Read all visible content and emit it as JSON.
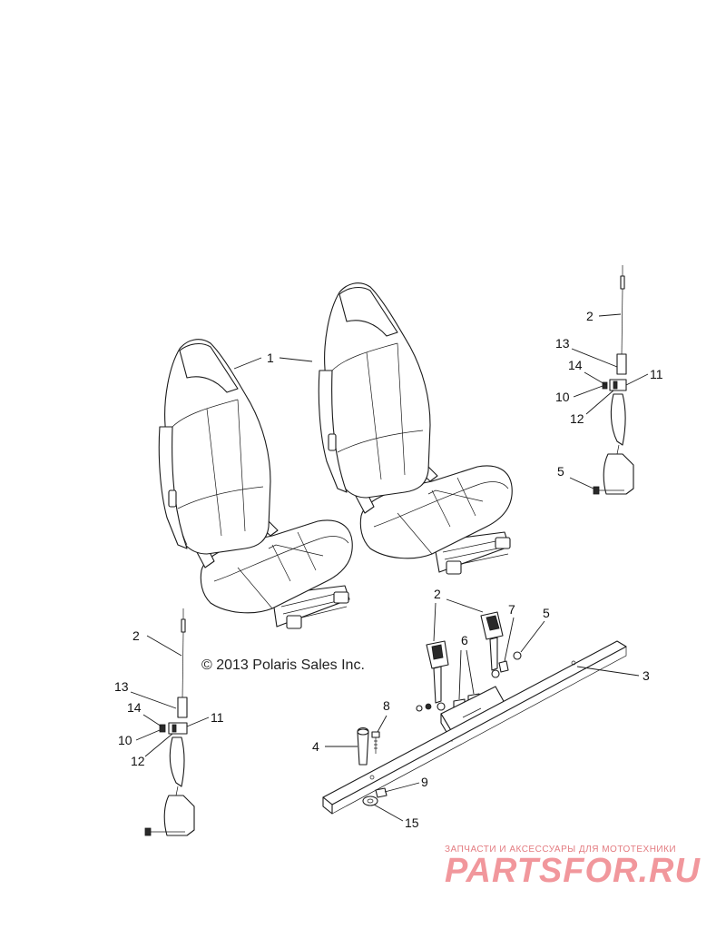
{
  "copyright": "© 2013 Polaris Sales Inc.",
  "watermark": {
    "tagline": "ЗАПЧАСТИ И АКСЕССУАРЫ ДЛЯ МОТОТЕХНИКИ",
    "logo": "PARTSFOR.RU",
    "color": "#e7434d"
  },
  "callouts": {
    "seat_1": "1",
    "belt_top_2": "2",
    "belt_top_13": "13",
    "belt_top_14": "14",
    "belt_top_10": "10",
    "belt_top_11": "11",
    "belt_top_12": "12",
    "belt_top_5": "5",
    "belt_left_2": "2",
    "belt_left_13": "13",
    "belt_left_14": "14",
    "belt_left_10": "10",
    "belt_left_11": "11",
    "belt_left_12": "12",
    "buckle_2": "2",
    "bolt_7": "7",
    "nut_5": "5",
    "bracket_6": "6",
    "tube_3": "3",
    "bolt_8": "8",
    "pin_4": "4",
    "nut_9": "9",
    "washer_15": "15"
  }
}
